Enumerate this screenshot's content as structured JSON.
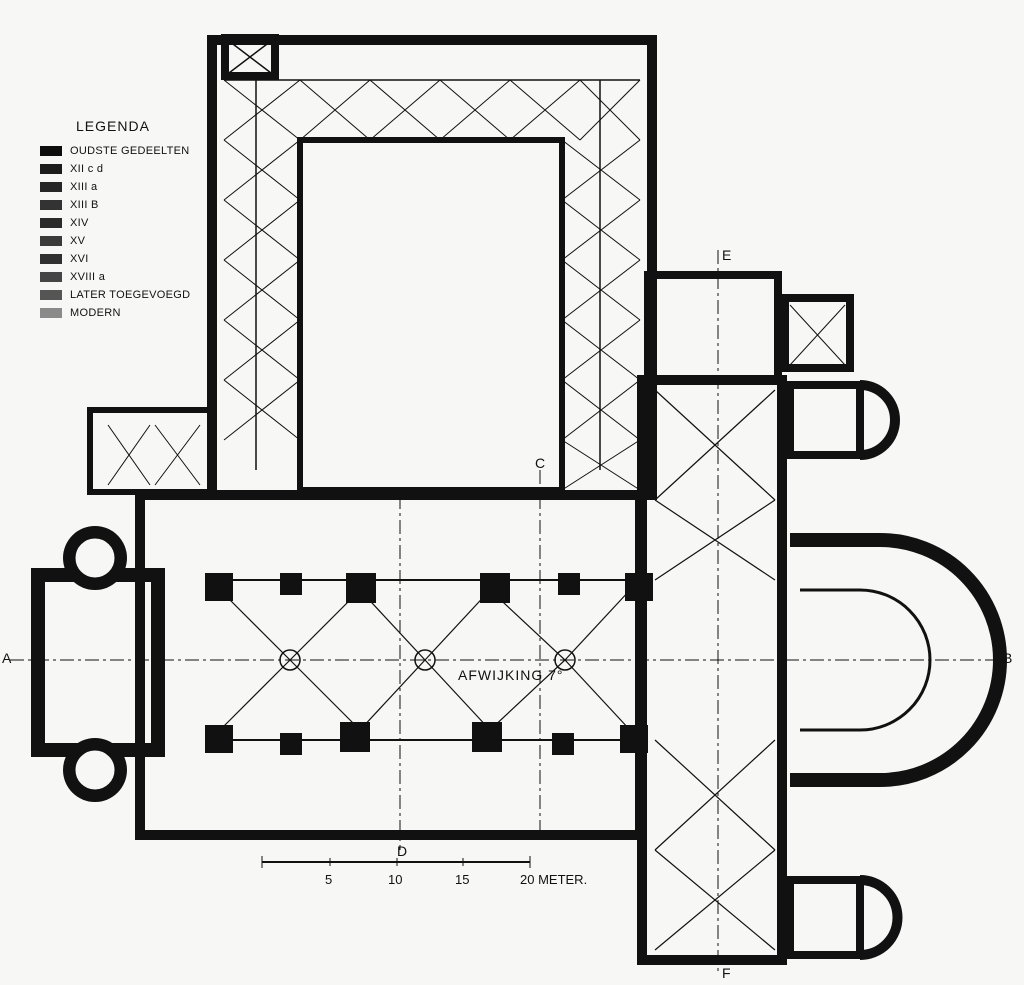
{
  "legend": {
    "title": "LEGENDA",
    "items": [
      {
        "label": "OUDSTE GEDEELTEN",
        "color": "#0d0d0d"
      },
      {
        "label": "XII c d",
        "color": "#1c1c1c"
      },
      {
        "label": "XIII a",
        "color": "#262626"
      },
      {
        "label": "XIII B",
        "color": "#333333"
      },
      {
        "label": "XIV",
        "color": "#2a2a2a"
      },
      {
        "label": "XV",
        "color": "#3a3a3a"
      },
      {
        "label": "XVI",
        "color": "#303030"
      },
      {
        "label": "XVIII a",
        "color": "#454545"
      },
      {
        "label": "LATER TOEGEVOEGD",
        "color": "#555555"
      },
      {
        "label": "MODERN",
        "color": "#8a8a8a"
      }
    ]
  },
  "section_markers": {
    "a": "A",
    "b": "B",
    "c": "C",
    "d": "D",
    "e": "E",
    "f": "F"
  },
  "annotation": "AFWIJKING 7°",
  "scale": {
    "ticks": [
      "5",
      "10",
      "15",
      "20 METER."
    ]
  }
}
